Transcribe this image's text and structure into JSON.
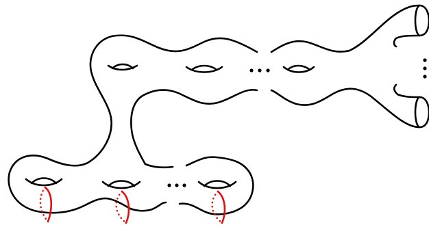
{
  "diagram": {
    "description_labels": [],
    "colors": {
      "outline": "#000000",
      "meridian_curves": "#e01010"
    },
    "upper_surface": {
      "handle_count_visible": 3,
      "ellipsis_between_handles": true
    },
    "lower_surface": {
      "handle_count_visible": 3,
      "ellipsis_between_handles": true,
      "red_meridians": 3
    },
    "right_boundary": {
      "tube_count_visible": 2,
      "vertical_ellipsis": true
    }
  }
}
